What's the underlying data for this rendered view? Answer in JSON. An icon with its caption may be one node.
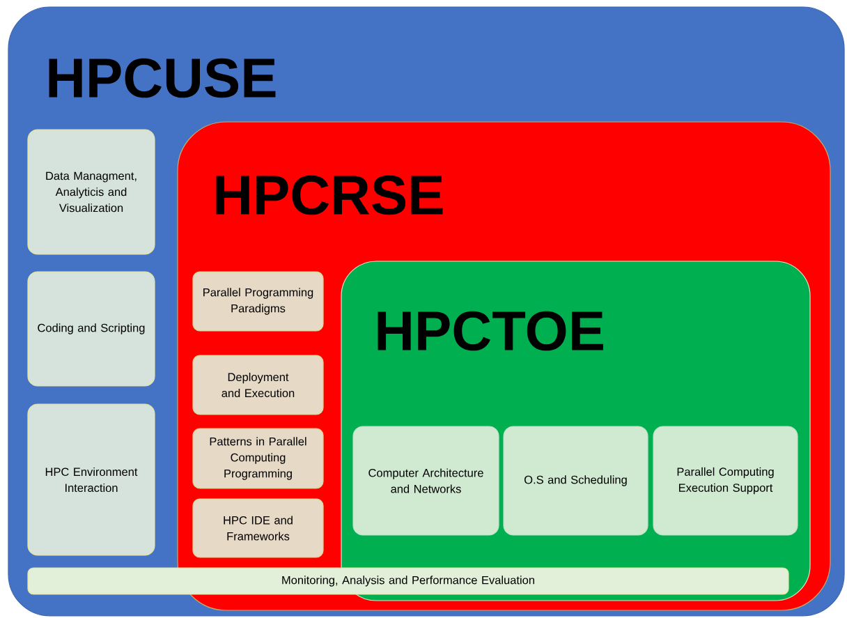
{
  "diagram": {
    "nodes": [
      {
        "text": [
          "HPCUSE"
        ]
      },
      {
        "text": [
          "Data Managment, Analyticis and Visualization"
        ],
        "in": 0
      },
      {
        "text": [
          "Coding and Scripting"
        ],
        "in": 0
      },
      {
        "text": [
          "HPC Environment Interaction"
        ],
        "in": 0
      },
      {
        "text": [
          "HPCRSE"
        ],
        "in": 0
      },
      {
        "text": [
          "Parallel Programming Paradigms"
        ],
        "in": 4
      },
      {
        "text": [
          "Deployment and Execution"
        ],
        "in": 4
      },
      {
        "text": [
          "Patterns in Parallel Computing Programming"
        ],
        "in": 4
      },
      {
        "text": [
          "HPC IDE and Frameworks"
        ],
        "in": 4
      },
      {
        "text": [
          "HPCTOE"
        ],
        "in": 4
      },
      {
        "text": [
          "Computer Architecture and Networks"
        ],
        "in": 9
      },
      {
        "text": [
          "O.S and Scheduling"
        ],
        "in": 9
      },
      {
        "text": [
          "Parallel Computing Execution Support"
        ],
        "in": 9
      },
      {
        "text": [
          "Monitoring, Analysis and Performance Evaluation"
        ],
        "in": 0
      }
    ]
  }
}
